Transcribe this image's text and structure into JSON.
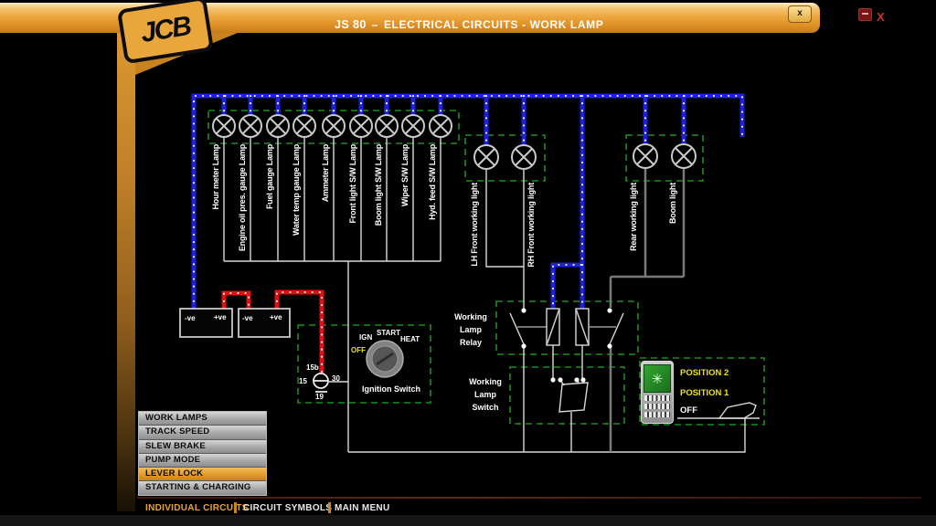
{
  "window": {
    "logo": "JCB",
    "title_model": "JS 80",
    "title_separator": "–",
    "title_text": "ELECTRICAL CIRCUITS - WORK LAMP",
    "close_button_label": "x",
    "close_glyph": "X"
  },
  "icons": {
    "lamp_indicator": "✳"
  },
  "diagram": {
    "panel_lamps": [
      "Hour meter Lamp",
      "Engine oil pres. gauge Lamp",
      "Fuel gauge Lamp",
      "Water temp gauge Lamp",
      "Ammeter Lamp",
      "Front light S/W Lamp",
      "Boom light S/W Lamp",
      "Wiper S/W Lamp",
      "Hyd. feed S/W Lamp"
    ],
    "front_working_lights": [
      "LH Front working light",
      "RH Front working light"
    ],
    "rear_working_lights": [
      "Rear working light",
      "Boom light"
    ],
    "battery1": {
      "neg": "-ve",
      "pos": "+ve"
    },
    "battery2": {
      "neg": "-ve",
      "pos": "+ve"
    },
    "ignition": {
      "pos_ign": "IGN",
      "pos_start": "START",
      "pos_heat": "HEAT",
      "pos_off": "OFF",
      "term_15b": "15b",
      "term_15": "15",
      "term_30": "30",
      "term_19": "19",
      "label": "Ignition Switch"
    },
    "relay_label": {
      "line1": "Working",
      "line2": "Lamp",
      "line3": "Relay"
    },
    "switch_label": {
      "line1": "Working",
      "line2": "Lamp",
      "line3": "Switch"
    },
    "position_panel": {
      "position2": "POSITION 2",
      "position1": "POSITION 1",
      "off": "OFF"
    }
  },
  "menu": {
    "items": [
      "WORK LAMPS",
      "TRACK SPEED",
      "SLEW BRAKE",
      "PUMP MODE",
      "LEVER LOCK",
      "STARTING & CHARGING"
    ],
    "highlighted_item": "LEVER LOCK"
  },
  "nav": {
    "items": [
      "INDIVIDUAL CIRCUITS",
      "CIRCUIT SYMBOLS",
      "MAIN MENU"
    ],
    "active_item": "INDIVIDUAL CIRCUITS"
  },
  "colors": {
    "accent_orange": "#E59B30",
    "wire_blue": "#1F1FE0",
    "wire_red": "#E01111",
    "wire_grey": "#7A7A7A",
    "wire_white": "#D8D8D8",
    "green_dashed": "#1E8C1E",
    "highlight_yellow": "#EDE21B",
    "nav_active": "#E8A42C",
    "menu_highlight": "#DE9928"
  }
}
